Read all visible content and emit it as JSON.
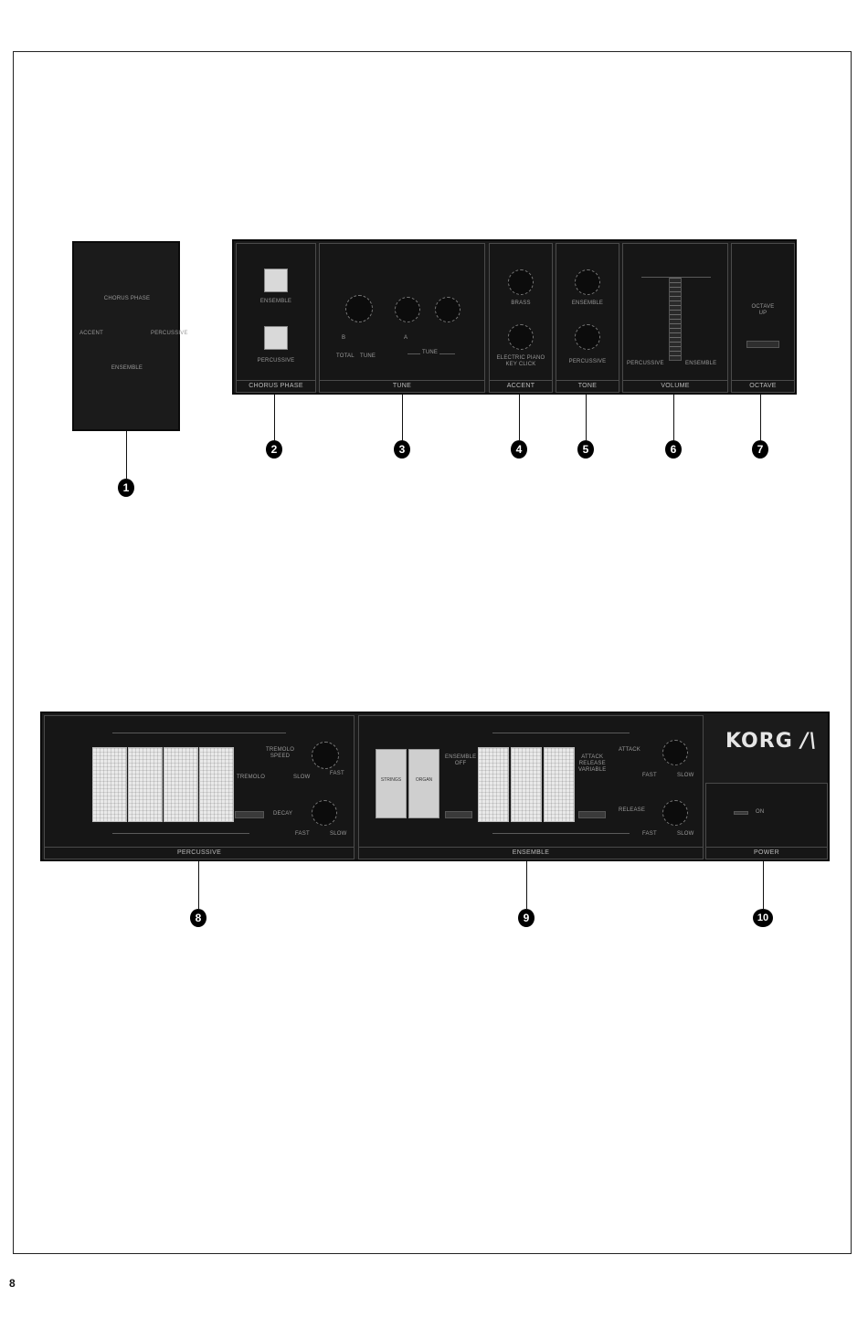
{
  "page_number": "8",
  "callouts": [
    "1",
    "2",
    "3",
    "4",
    "5",
    "6",
    "7",
    "8",
    "9",
    "10"
  ],
  "panel_1": {
    "labels": [
      "CHORUS PHASE",
      "ACCENT",
      "PERCUSSIVE",
      "ENSEMBLE"
    ]
  },
  "upper_panel": {
    "chorus_phase": {
      "title": "CHORUS PHASE",
      "ensemble": "ENSEMBLE",
      "percussive": "PERCUSSIVE"
    },
    "tune": {
      "title": "TUNE",
      "total": "TOTAL",
      "tune": "TUNE",
      "tune_bracket": "TUNE",
      "b": "B",
      "a": "A"
    },
    "accent": {
      "title": "ACCENT",
      "brass": "BRASS",
      "ep": "ELECTRIC PIANO\nKEY CLICK"
    },
    "tone": {
      "title": "TONE",
      "ensemble": "ENSEMBLE",
      "percussive": "PERCUSSIVE"
    },
    "volume": {
      "title": "VOLUME",
      "percussive": "PERCUSSIVE",
      "ensemble": "ENSEMBLE"
    },
    "octave": {
      "title": "OCTAVE",
      "label": "OCTAVE\nUP"
    }
  },
  "lower_panel": {
    "percussive": {
      "title": "PERCUSSIVE",
      "tremolo_speed": "TREMOLO\nSPEED",
      "tremolo": "TREMOLO",
      "decay": "DECAY",
      "slow": "SLOW",
      "fast": "FAST",
      "fast2": "FAST",
      "slow2": "SLOW"
    },
    "ensemble": {
      "title": "ENSEMBLE",
      "strings": "STRINGS",
      "organ": "ORGAN",
      "ensemble_off": "ENSEMBLE\nOFF",
      "attack": "ATTACK",
      "release": "RELEASE",
      "attack_release_variable": "ATTACK\nRELEASE\nVARIABLE",
      "fast": "FAST",
      "slow": "SLOW",
      "fast2": "FAST",
      "slow2": "SLOW"
    },
    "power": {
      "title": "POWER",
      "on": "ON"
    },
    "brand": "KORG"
  },
  "colors": {
    "panel": "#1b1b1b",
    "label": "#9a9a9a",
    "ink": "#000000"
  }
}
